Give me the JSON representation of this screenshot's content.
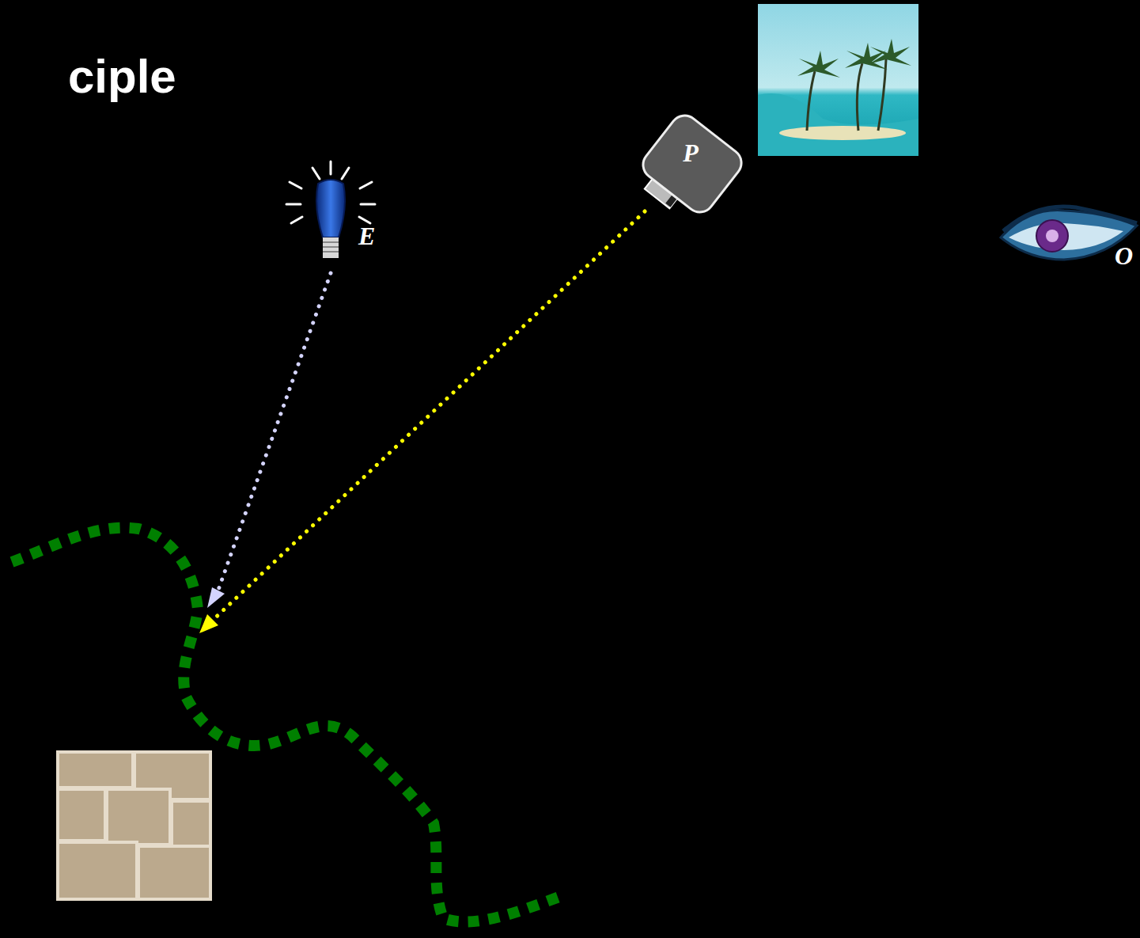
{
  "diagram": {
    "title": "ciple",
    "nodes": [
      {
        "text": [
          "P"
        ]
      }
    ],
    "labels": [
      "E",
      "O"
    ]
  }
}
